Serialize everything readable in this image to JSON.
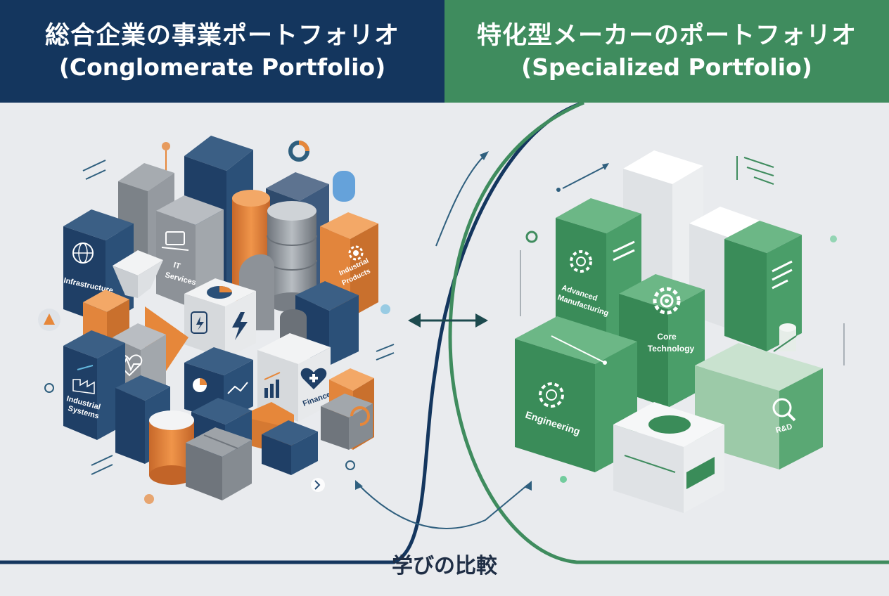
{
  "header": {
    "left": {
      "title_jp": "総合企業の事業ポートフォリオ",
      "title_en": "(Conglomerate Portfolio)"
    },
    "right": {
      "title_jp": "特化型メーカーのポートフォリオ",
      "title_en": "(Specialized Portfolio)"
    }
  },
  "conglomerate": {
    "blocks": {
      "infrastructure": "Infrastructure",
      "it_services_1": "IT",
      "it_services_2": "Services",
      "industrial_products_1": "Industrial",
      "industrial_products_2": "Products",
      "industrial_systems_1": "Industrial",
      "industrial_systems_2": "Systems",
      "finance": "Finance"
    }
  },
  "specialized": {
    "blocks": {
      "advanced_manufacturing_1": "Advanced",
      "advanced_manufacturing_2": "Manufacturing",
      "core_technology_1": "Core",
      "core_technology_2": "Technology",
      "engineering": "Engineering",
      "rnd": "R&D"
    }
  },
  "footer": {
    "label": "学びの比較"
  },
  "colors": {
    "navy": "#14365e",
    "green": "#3f8c5e",
    "orange": "#e6873a",
    "gray": "#8a9096",
    "background": "#e9ebee"
  },
  "icons": [
    "globe-icon",
    "laptop-icon",
    "gear-icon",
    "lightning-icon",
    "heart-icon",
    "heartbeat-icon",
    "bar-chart-icon",
    "pie-chart-icon",
    "magnifier-icon",
    "arrows-icon"
  ]
}
